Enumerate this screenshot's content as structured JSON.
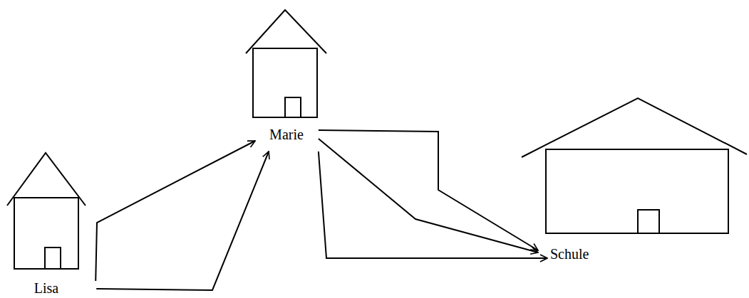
{
  "diagram": {
    "nodes": [
      {
        "text": [
          "Lisa"
        ]
      },
      {
        "text": [
          "Marie"
        ]
      },
      {
        "text": [
          "Schule"
        ]
      }
    ],
    "edges": [
      {
        "from": 0,
        "to": 1,
        "arrow": "to"
      },
      {
        "from": 0,
        "to": 1,
        "arrow": "to"
      },
      {
        "from": 1,
        "to": 2,
        "arrow": "to"
      },
      {
        "from": 1,
        "to": 2,
        "arrow": "to"
      },
      {
        "from": 1,
        "to": 2,
        "arrow": "to"
      }
    ]
  }
}
